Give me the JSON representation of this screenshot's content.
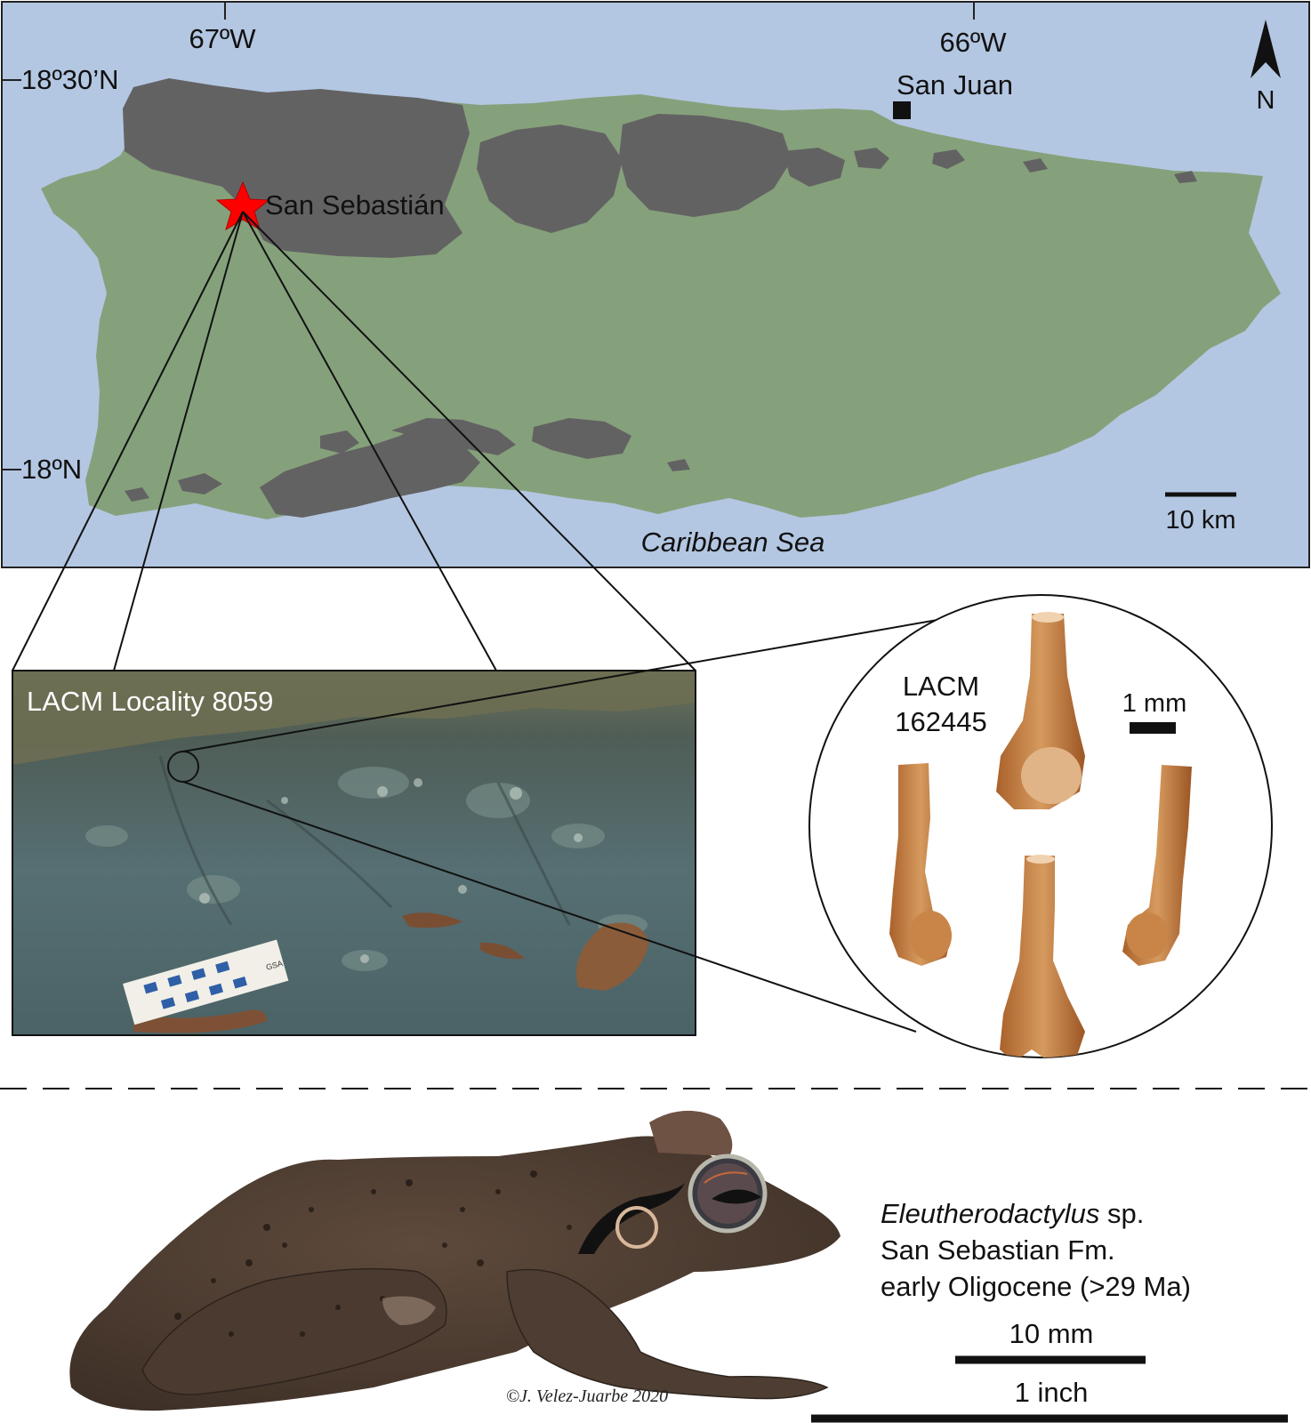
{
  "map": {
    "lon_labels": [
      "67ºW",
      "66ºW"
    ],
    "lat_labels": [
      "18º30’N",
      "18ºN"
    ],
    "north_label": "N",
    "city": "San Juan",
    "site": "San Sebastián",
    "sea": "Caribbean Sea",
    "scale_label": "10 km",
    "colors": {
      "sea": "#b3c7e2",
      "land": "#85a17b",
      "outcrop": "#636263",
      "site_star": "#ff0000"
    }
  },
  "photo": {
    "title": "LACM Locality 8059",
    "scale_card_text": "GSA"
  },
  "specimen": {
    "catalog_line1": "LACM",
    "catalog_line2": "162445",
    "scale_label": "1 mm"
  },
  "frog": {
    "taxon_genus": "Eleutherodactylus",
    "taxon_suffix": " sp.",
    "formation": "San Sebastian Fm.",
    "age": "early Oligocene (>29 Ma)",
    "scale_metric": "10 mm",
    "scale_imperial": "1 inch",
    "credit": "©J. Velez-Juarbe 2020"
  }
}
